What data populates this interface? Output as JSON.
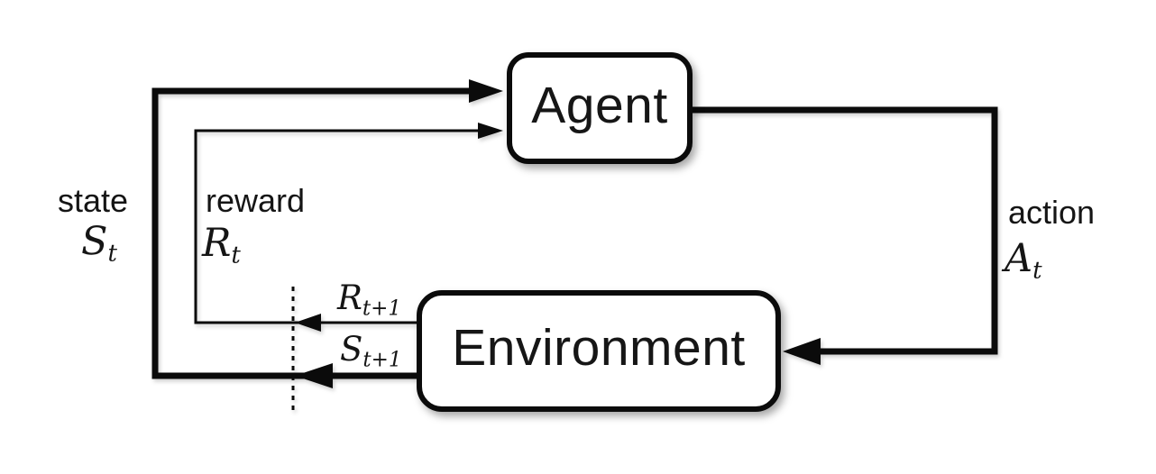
{
  "diagram": {
    "nodes": {
      "agent": {
        "label": "Agent"
      },
      "environment": {
        "label": "Environment"
      }
    },
    "edges": {
      "state": {
        "word": "state",
        "symbol": "S",
        "subscript": "t"
      },
      "reward": {
        "word": "reward",
        "symbol": "R",
        "subscript": "t"
      },
      "action": {
        "word": "action",
        "symbol": "A",
        "subscript": "t"
      },
      "next_reward": {
        "symbol": "R",
        "subscript": "t+1"
      },
      "next_state": {
        "symbol": "S",
        "subscript": "t+1"
      }
    },
    "colors": {
      "line": "#0b0b0b",
      "box_fill": "#ffffff",
      "background": "#ffffff",
      "text": "#151515"
    }
  }
}
